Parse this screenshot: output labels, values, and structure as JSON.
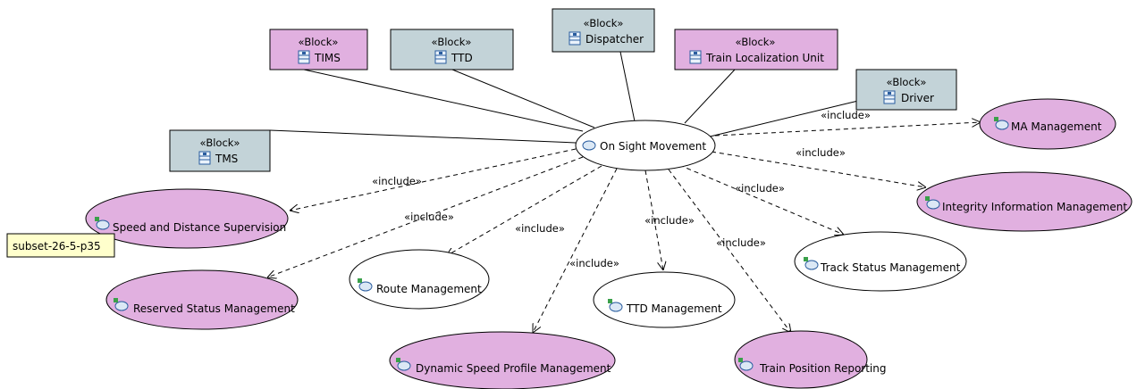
{
  "colors": {
    "actor_fill": "#c3d3d8",
    "usecase_highlight": "#e1b0e0",
    "usecase_plain": "#ffffff",
    "note_fill": "#ffffcc"
  },
  "stereotype": "«Block»",
  "include_label": "«include»",
  "actors": {
    "tims": "TIMS",
    "ttd": "TTD",
    "dispatcher": "Dispatcher",
    "train_localization_unit": "Train Localization Unit",
    "driver": "Driver",
    "tms": "TMS"
  },
  "use_cases": {
    "on_sight_movement": "On Sight Movement",
    "ma_management": "MA Management",
    "integrity_information_management": "Integrity Information Management",
    "track_status_management": "Track Status Management",
    "train_position_reporting": "Train Position Reporting",
    "ttd_management": "TTD Management",
    "dynamic_speed_profile_management": "Dynamic Speed Profile Management",
    "route_management": "Route Management",
    "reserved_status_management": "Reserved Status Management",
    "speed_and_distance_supervision": "Speed and Distance Supervision"
  },
  "note": {
    "text": "subset-26-5-p35"
  }
}
